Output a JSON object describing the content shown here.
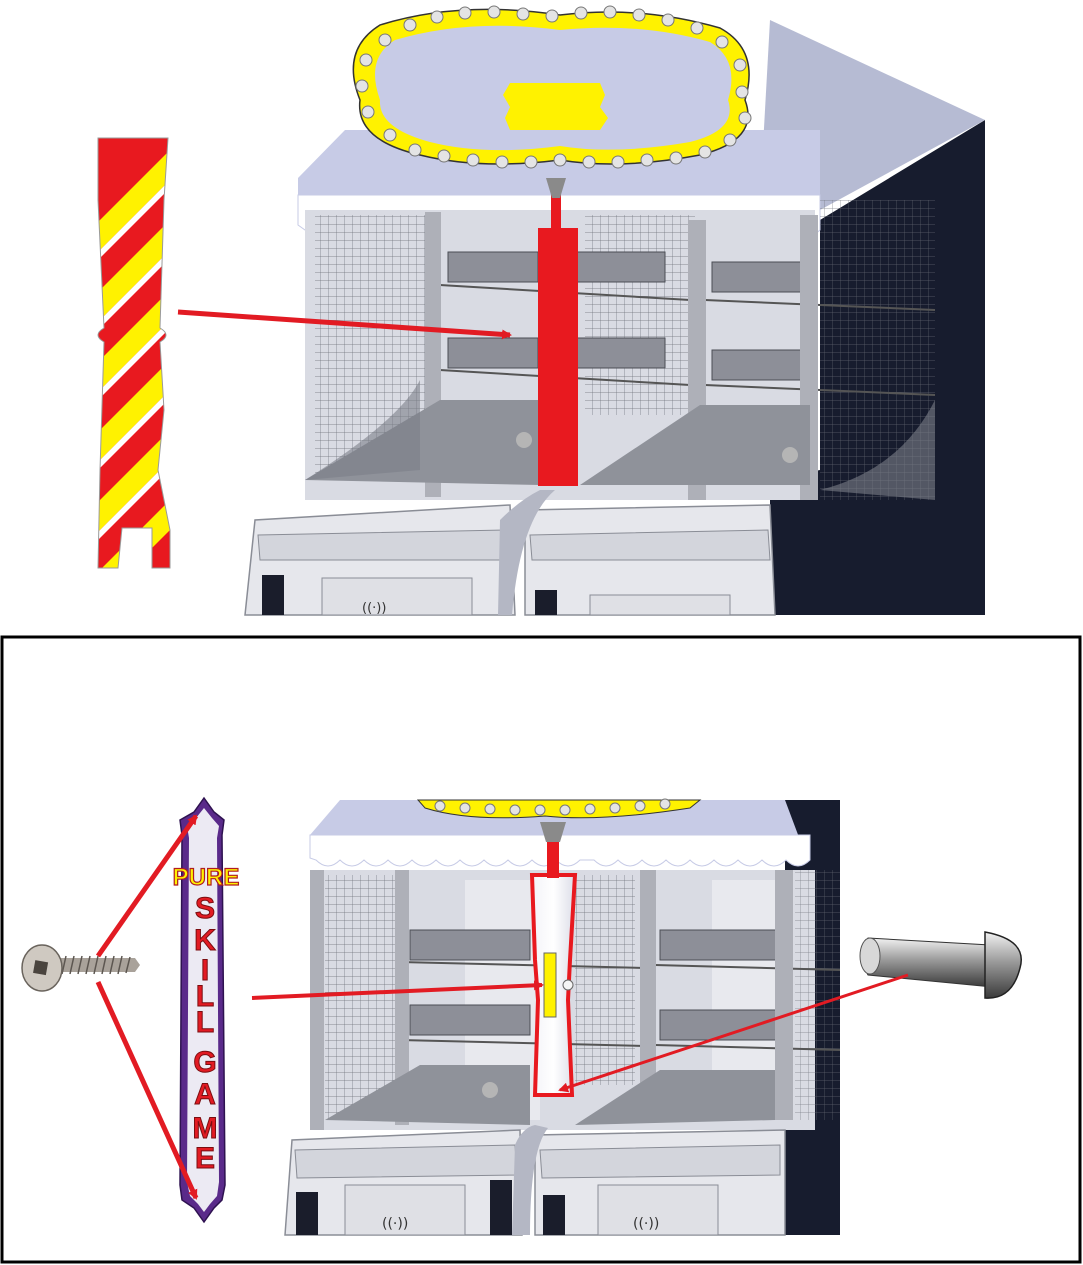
{
  "colors": {
    "arrow": "#e21b23",
    "post_red": "#e8191f",
    "stripe_yellow": "#fff200",
    "canopy": "#c7cbe6",
    "marquee_yellow": "#fff200",
    "frame_border": "#000000"
  },
  "top_panel": {
    "post_part_name": "candy-stripe-post",
    "target_name": "center-post"
  },
  "bottom_panel": {
    "decal": {
      "word1": "PURE",
      "letters": [
        "S",
        "K",
        "I",
        "L",
        "L",
        " ",
        "G",
        "A",
        "M",
        "E"
      ]
    },
    "screw_name": "square-drive-screw-icon",
    "bolt_name": "carriage-bolt-icon",
    "speaker_glyph": "((·))"
  }
}
